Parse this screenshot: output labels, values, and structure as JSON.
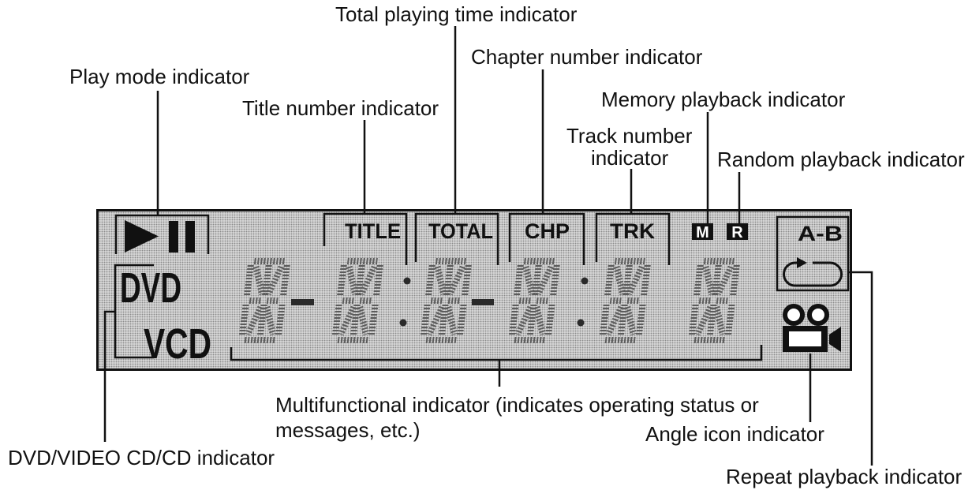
{
  "callouts": {
    "total_time": "Total playing time indicator",
    "chapter": "Chapter number indicator",
    "play_mode": "Play mode indicator",
    "memory": "Memory playback indicator",
    "title_number": "Title number indicator",
    "track_line1": "Track number",
    "track_line2": "indicator",
    "random": "Random playback indicator",
    "multi_line1": "Multifunctional indicator (indicates operating status or",
    "multi_line2": "messages, etc.)",
    "angle": "Angle icon indicator",
    "disc": "DVD/VIDEO CD/CD indicator",
    "repeat": "Repeat playback indicator"
  },
  "panel": {
    "play_icon": "play-icon",
    "pause_icon": "pause-icon",
    "disc_labels": {
      "dvd": "DVD",
      "vcd": "VCD"
    },
    "segment_labels": {
      "title": "TITLE",
      "total": "TOTAL",
      "chapter": "CHP",
      "track": "TRK"
    },
    "memory_badge": "M",
    "random_badge": "R",
    "ab_label": "A-B",
    "repeat_icon": "repeat-loop-icon",
    "angle_icon": "movie-camera-icon"
  },
  "colors": {
    "ink": "#111111",
    "panel_fill": "#d4d4d4",
    "segment": "#5c5c5c"
  }
}
